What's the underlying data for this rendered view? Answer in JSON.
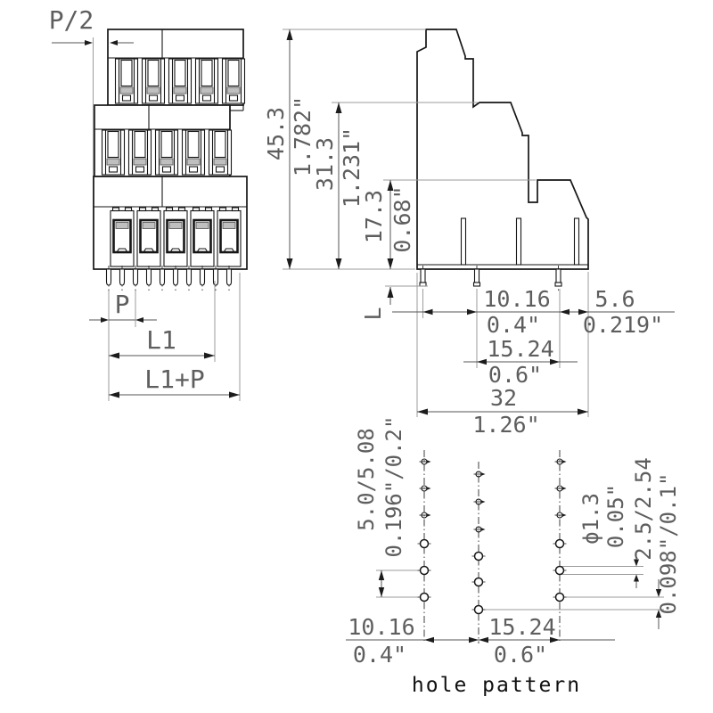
{
  "front_view": {
    "dim_p_half": "P/2",
    "dim_p": "P",
    "dim_l1": "L1",
    "dim_l1_plus_p": "L1+P"
  },
  "side_view": {
    "total_height_mm": "45.3",
    "total_height_in": "1.782\"",
    "mid_height_mm": "31.3",
    "mid_height_in": "1.231\"",
    "lower_height_mm": "17.3",
    "lower_height_in": "0.68\"",
    "pin_length_label": "L",
    "pin_pitch_mm": "10.16",
    "pin_pitch_in": "0.4\"",
    "pin_pitch2_mm": "15.24",
    "pin_pitch2_in": "0.6\"",
    "depth_mm": "32",
    "depth_in": "1.26\"",
    "pin_edge_mm": "5.6",
    "pin_edge_in": "0.219\""
  },
  "hole_pattern": {
    "caption": "hole pattern",
    "row_pitch_mm": "5.0/5.08",
    "row_pitch_in": "0.196\"/0.2\"",
    "row_offset_mm": "2.5/2.54",
    "row_offset_in": "0.098\"/0.1\"",
    "hole_diameter_mm": "ϕ1.3",
    "hole_diameter_in": "0.05\"",
    "col_pitch_mm": "10.16",
    "col_pitch_in": "0.4\"",
    "col_pitch2_mm": "15.24",
    "col_pitch2_in": "0.6\""
  },
  "colors": {
    "object_line": "#161616",
    "dimension_line": "#555555",
    "extension_line": "#9b9b9b",
    "text": "#5e5e5e",
    "caption_text": "#101010",
    "shade_gray": "#bfbfbf",
    "background": "#ffffff"
  }
}
